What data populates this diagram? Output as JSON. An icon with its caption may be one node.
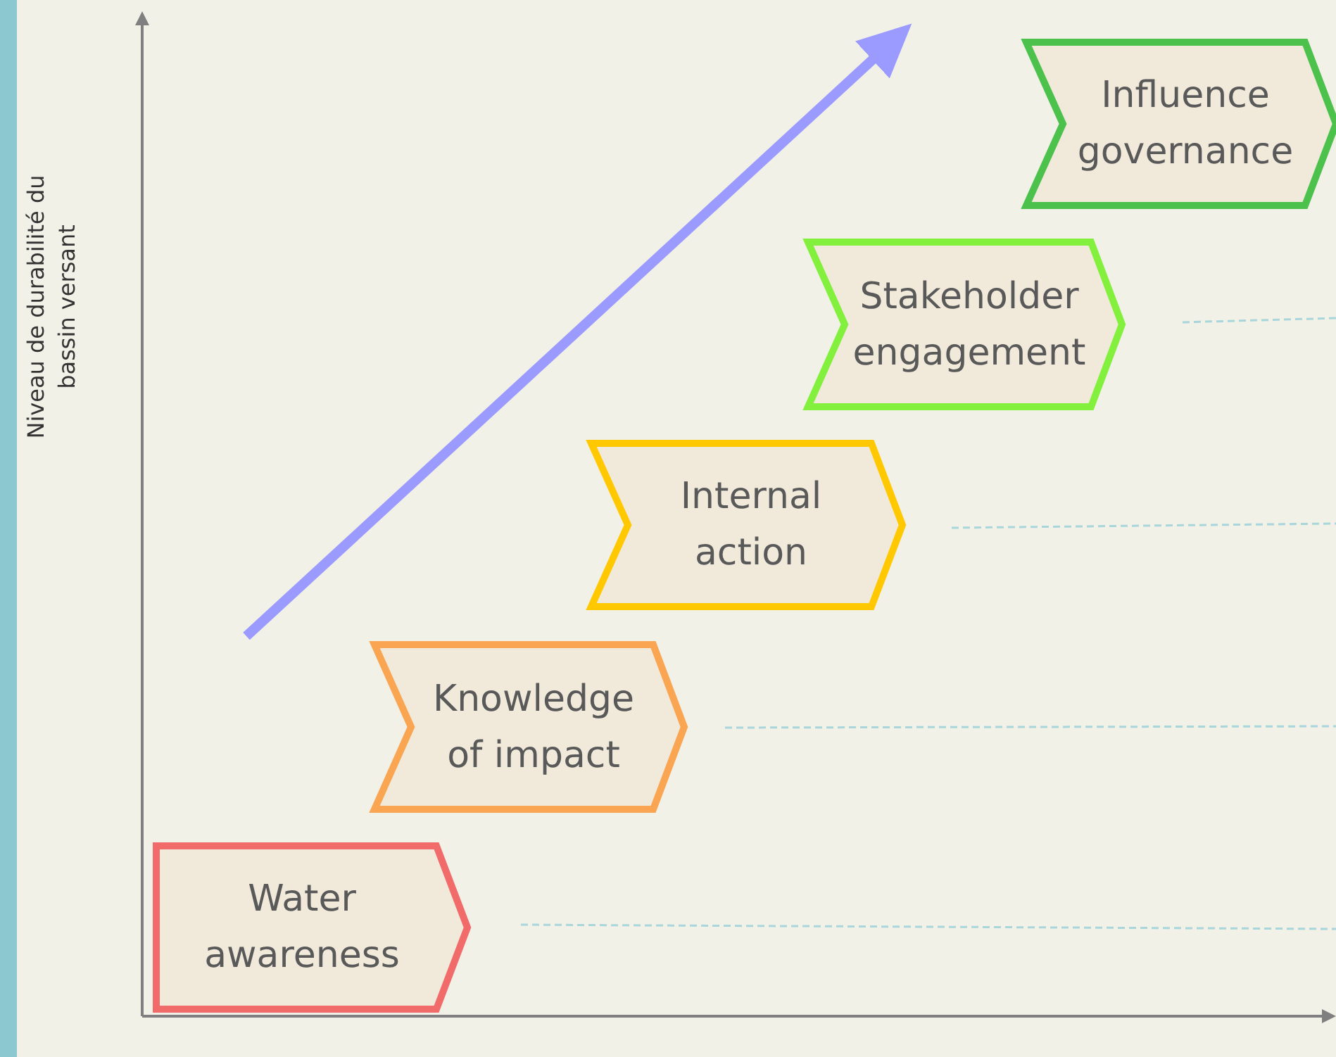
{
  "diagram": {
    "nodes": [
      {
        "text": [
          "Influence governance"
        ]
      },
      {
        "text": [
          "Stakeholder engagement"
        ]
      },
      {
        "text": [
          "Internal action"
        ]
      },
      {
        "text": [
          "Knowledge of impact"
        ]
      },
      {
        "text": [
          "Water awareness"
        ]
      }
    ],
    "edges": [],
    "labels": [
      "Niveau de durabilité du bassin versant"
    ]
  }
}
